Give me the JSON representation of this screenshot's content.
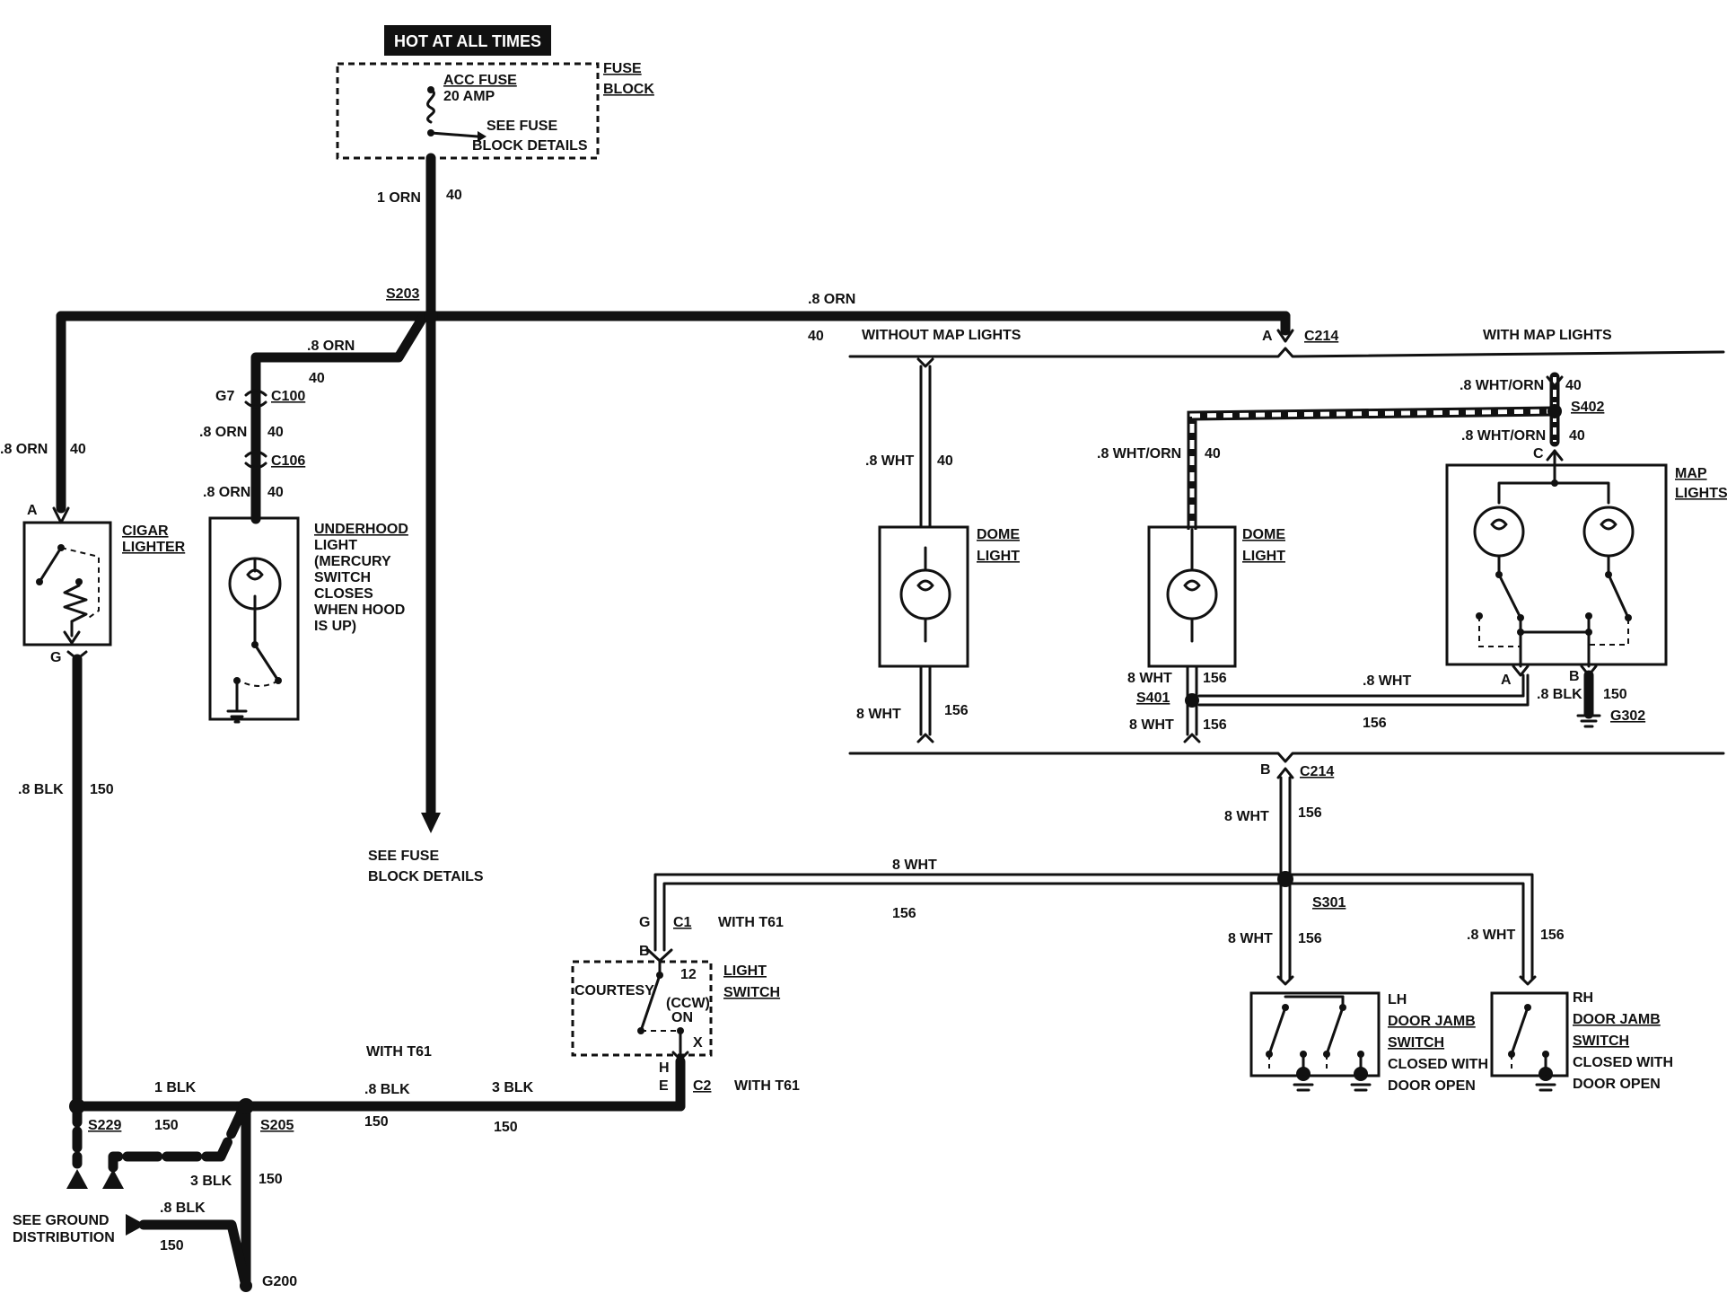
{
  "header": {
    "hot": "HOT AT ALL TIMES",
    "fuse_block_1": "FUSE",
    "fuse_block_2": "BLOCK",
    "acc_fuse": "ACC FUSE",
    "amp": "20 AMP",
    "see_fuse_1": "SEE FUSE",
    "see_fuse_2": "BLOCK DETAILS"
  },
  "wires": {
    "w_1orn": "1 ORN",
    "w_40_a": "40",
    "w_8orn_top": ".8 ORN",
    "w_40_b": "40",
    "w_8orn_und": ".8 ORN",
    "w_40_c": "40",
    "w_8orn_c100": ".8 ORN",
    "w_40_d": "40",
    "w_8orn_c106": ".8 ORN",
    "w_40_e": "40",
    "w_8orn_left": ".8 ORN",
    "w_40_f": "40",
    "w_8blk_left": ".8 BLK",
    "w_150_a": "150",
    "w_8wht_dome1": ".8 WHT",
    "w_40_g": "40",
    "w_8wht_dome1b": "8 WHT",
    "w_156_a": "156",
    "w_8whtorn_dome2": ".8 WHT/ORN",
    "w_40_h": "40",
    "w_8whtorn_s402a": ".8 WHT/ORN",
    "w_40_i": "40",
    "w_8whtorn_s402b": ".8 WHT/ORN",
    "w_40_j": "40",
    "w_8wht_s401a": "8 WHT",
    "w_156_b": "156",
    "w_8wht_s401b": "8 WHT",
    "w_156_c": "156",
    "w_8wht_s401r": ".8 WHT",
    "w_156_d": "156",
    "w_8blk_g302": ".8 BLK",
    "w_150_b": "150",
    "w_8wht_c214b": "8 WHT",
    "w_156_e": "156",
    "w_8wht_top": "8 WHT",
    "w_156_f": "156",
    "w_8wht_lh": "8 WHT",
    "w_156_g": "156",
    "w_8wht_rh": ".8 WHT",
    "w_156_h": "156",
    "w_1blk": "1 BLK",
    "w_150_c": "150",
    "w_8blk_mid": ".8 BLK",
    "w_150_d": "150",
    "w_3blk_mid": "3 BLK",
    "w_150_e": "150",
    "w_3blk_low": "3 BLK",
    "w_150_f": "150",
    "w_8blk_low": ".8 BLK",
    "w_150_g": "150"
  },
  "nodes": {
    "s203": "S203",
    "s229": "S229",
    "s205": "S205",
    "s301": "S301",
    "s401": "S401",
    "s402": "S402",
    "c100": "C100",
    "c106": "C106",
    "c214_top": "C214",
    "c214_bot": "C214",
    "c1": "C1",
    "c2": "C2",
    "g7": "G7",
    "g200": "G200",
    "g302": "G302",
    "pin_a_c214": "A",
    "pin_b_c214": "B",
    "pin_a_cig": "A",
    "pin_g_cig": "G",
    "pin_c_map": "C",
    "pin_a_map": "A",
    "pin_b_map": "B",
    "pin_g_c1": "G",
    "pin_b_c1": "B",
    "pin_h_c2": "H",
    "pin_e_c2": "E",
    "pin_x": "X",
    "pin_12": "12"
  },
  "components": {
    "cigar_1": "CIGAR",
    "cigar_2": "LIGHTER",
    "underhood_1": "UNDERHOOD",
    "underhood_2": "LIGHT",
    "underhood_3": "(MERCURY",
    "underhood_4": "SWITCH",
    "underhood_5": "CLOSES",
    "underhood_6": "WHEN HOOD",
    "underhood_7": "IS UP)",
    "without_map": "WITHOUT MAP LIGHTS",
    "with_map": "WITH MAP LIGHTS",
    "dome1_1": "DOME",
    "dome1_2": "LIGHT",
    "dome2_1": "DOME",
    "dome2_2": "LIGHT",
    "map_1": "MAP",
    "map_2": "LIGHTS",
    "courtesy": "COURTESY",
    "ccw": "(CCW)",
    "on": "ON",
    "light_sw_1": "LIGHT",
    "light_sw_2": "SWITCH",
    "with_t61_1": "WITH T61",
    "with_t61_2": "WITH T61",
    "with_t61_3": "WITH T61",
    "lh_1": "LH",
    "lh_2": "DOOR JAMB",
    "lh_3": "SWITCH",
    "lh_4": "CLOSED WITH",
    "lh_5": "DOOR OPEN",
    "rh_1": "RH",
    "rh_2": "DOOR JAMB",
    "rh_3": "SWITCH",
    "rh_4": "CLOSED WITH",
    "rh_5": "DOOR OPEN",
    "see_fuse_low_1": "SEE FUSE",
    "see_fuse_low_2": "BLOCK DETAILS",
    "see_ground_1": "SEE GROUND",
    "see_ground_2": "DISTRIBUTION"
  }
}
